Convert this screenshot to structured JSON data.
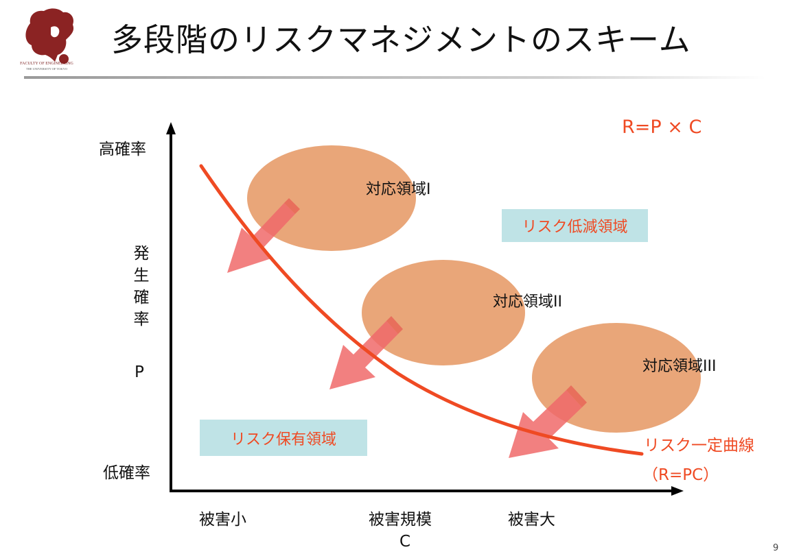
{
  "slide": {
    "title": "多段階のリスクマネジメントのスキーム",
    "logo_caption": "FACULTY OF ENGINEERING",
    "logo_subcaption": "THE UNIVERSITY OF TOKYO",
    "page_number": "9"
  },
  "diagram": {
    "formula": "R=P × C",
    "y_axis": {
      "top_label": "高確率",
      "bottom_label": "低確率",
      "label_vertical": [
        "発",
        "生",
        "確",
        "率"
      ],
      "symbol": "P"
    },
    "x_axis": {
      "labels": [
        "被害小",
        "被害規模",
        "被害大"
      ],
      "symbol": "C"
    },
    "regions": [
      {
        "label": "対応領域I"
      },
      {
        "label": "対応領域II"
      },
      {
        "label": "対応領域III"
      }
    ],
    "zones": {
      "reduction": "リスク低減領域",
      "retention": "リスク保有領域"
    },
    "curve_label": "リスク一定曲線",
    "curve_formula": "（R=PC）",
    "colors": {
      "curve": "#ef4a23",
      "ellipse": "#e9a679",
      "arrow": "#f06a6a",
      "zone_box": "#bfe3e6"
    }
  }
}
